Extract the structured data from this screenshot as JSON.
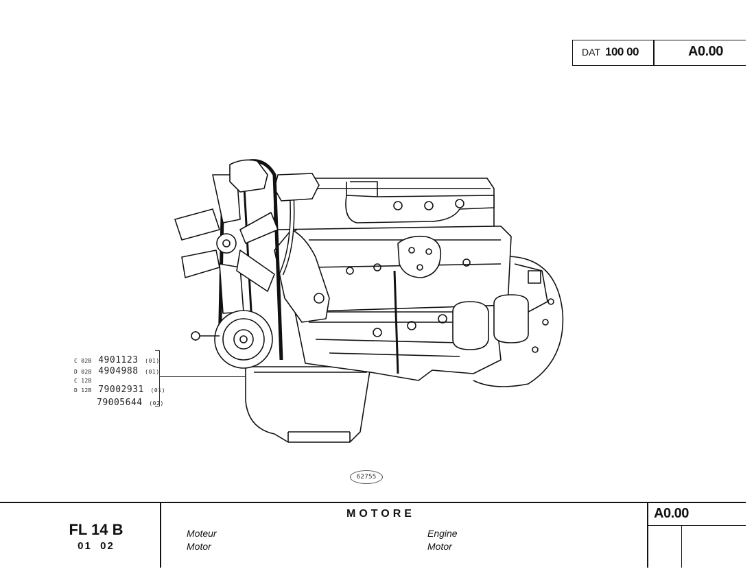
{
  "header": {
    "dat_label": "DAT",
    "dat_number": "100 00",
    "reference_code": "A0.00"
  },
  "figure": {
    "number": "62755"
  },
  "part_numbers": [
    {
      "prefix": "C 02B",
      "number": "4901123",
      "variant": "(01)"
    },
    {
      "prefix": "D 02B",
      "prefix2": "C 12B",
      "number": "4904988",
      "variant": "(01)"
    },
    {
      "prefix": "D 12B",
      "number": "79002931",
      "variant": "(01)"
    },
    {
      "prefix": "",
      "number": "79005644",
      "variant": "(02)"
    }
  ],
  "footer": {
    "model": "FL 14 B",
    "model_variants": "01  02",
    "title_it": "MOTORE",
    "title_fr": "Moteur",
    "title_en": "Engine",
    "title_de": "Motor",
    "title_es": "Motor",
    "reference_code": "A0.00"
  }
}
